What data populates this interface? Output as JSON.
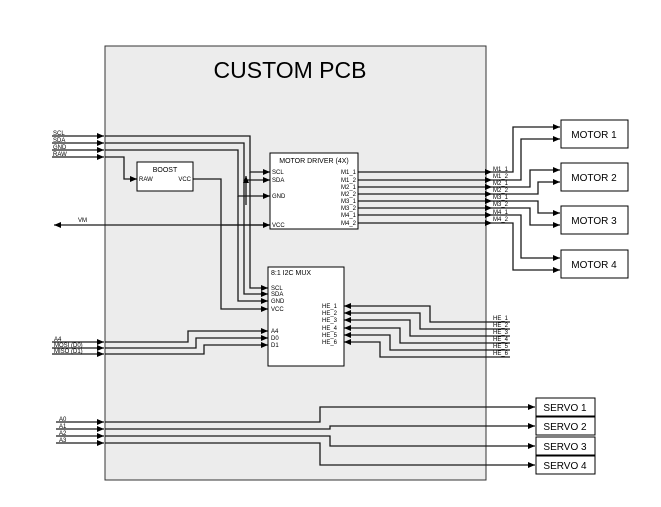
{
  "pcb_title": "CUSTOM PCB",
  "left_signals": {
    "power": [
      "SCL",
      "SDA",
      "GND",
      "RAW"
    ],
    "vm": "VM",
    "spi": [
      "A4",
      "MOSI (D0)",
      "MISO (D1)"
    ],
    "analog": [
      "A0",
      "A1",
      "A2",
      "A3"
    ]
  },
  "boost": {
    "title": "BOOST",
    "pins": {
      "raw": "RAW",
      "vcc": "VCC"
    }
  },
  "motor_driver": {
    "title": "MOTOR DRIVER (4X)",
    "inputs": [
      "SCL",
      "SDA",
      "GND",
      "VCC"
    ],
    "outputs": [
      "M1_1",
      "M1_2",
      "M2_1",
      "M2_2",
      "M3_1",
      "M3_2",
      "M4_1",
      "M4_2"
    ]
  },
  "mux": {
    "title": "8:1 I2C MUX",
    "inputs": [
      "SCL",
      "SDA",
      "GND",
      "VCC",
      "A4",
      "D0",
      "D1"
    ],
    "outputs": [
      "HE_1",
      "HE_2",
      "HE_3",
      "HE_4",
      "HE_5",
      "HE_6"
    ]
  },
  "motor_wires": [
    "M1_1",
    "M1_2",
    "M2_1",
    "M2_2",
    "M3_1",
    "M3_2",
    "M4_1",
    "M4_2"
  ],
  "he_wires": [
    "HE_1",
    "HE_2",
    "HE_3",
    "HE_4",
    "HE_5",
    "HE_6"
  ],
  "motors": [
    "MOTOR 1",
    "MOTOR 2",
    "MOTOR 3",
    "MOTOR 4"
  ],
  "servos": [
    "SERVO 1",
    "SERVO 2",
    "SERVO 3",
    "SERVO 4"
  ]
}
